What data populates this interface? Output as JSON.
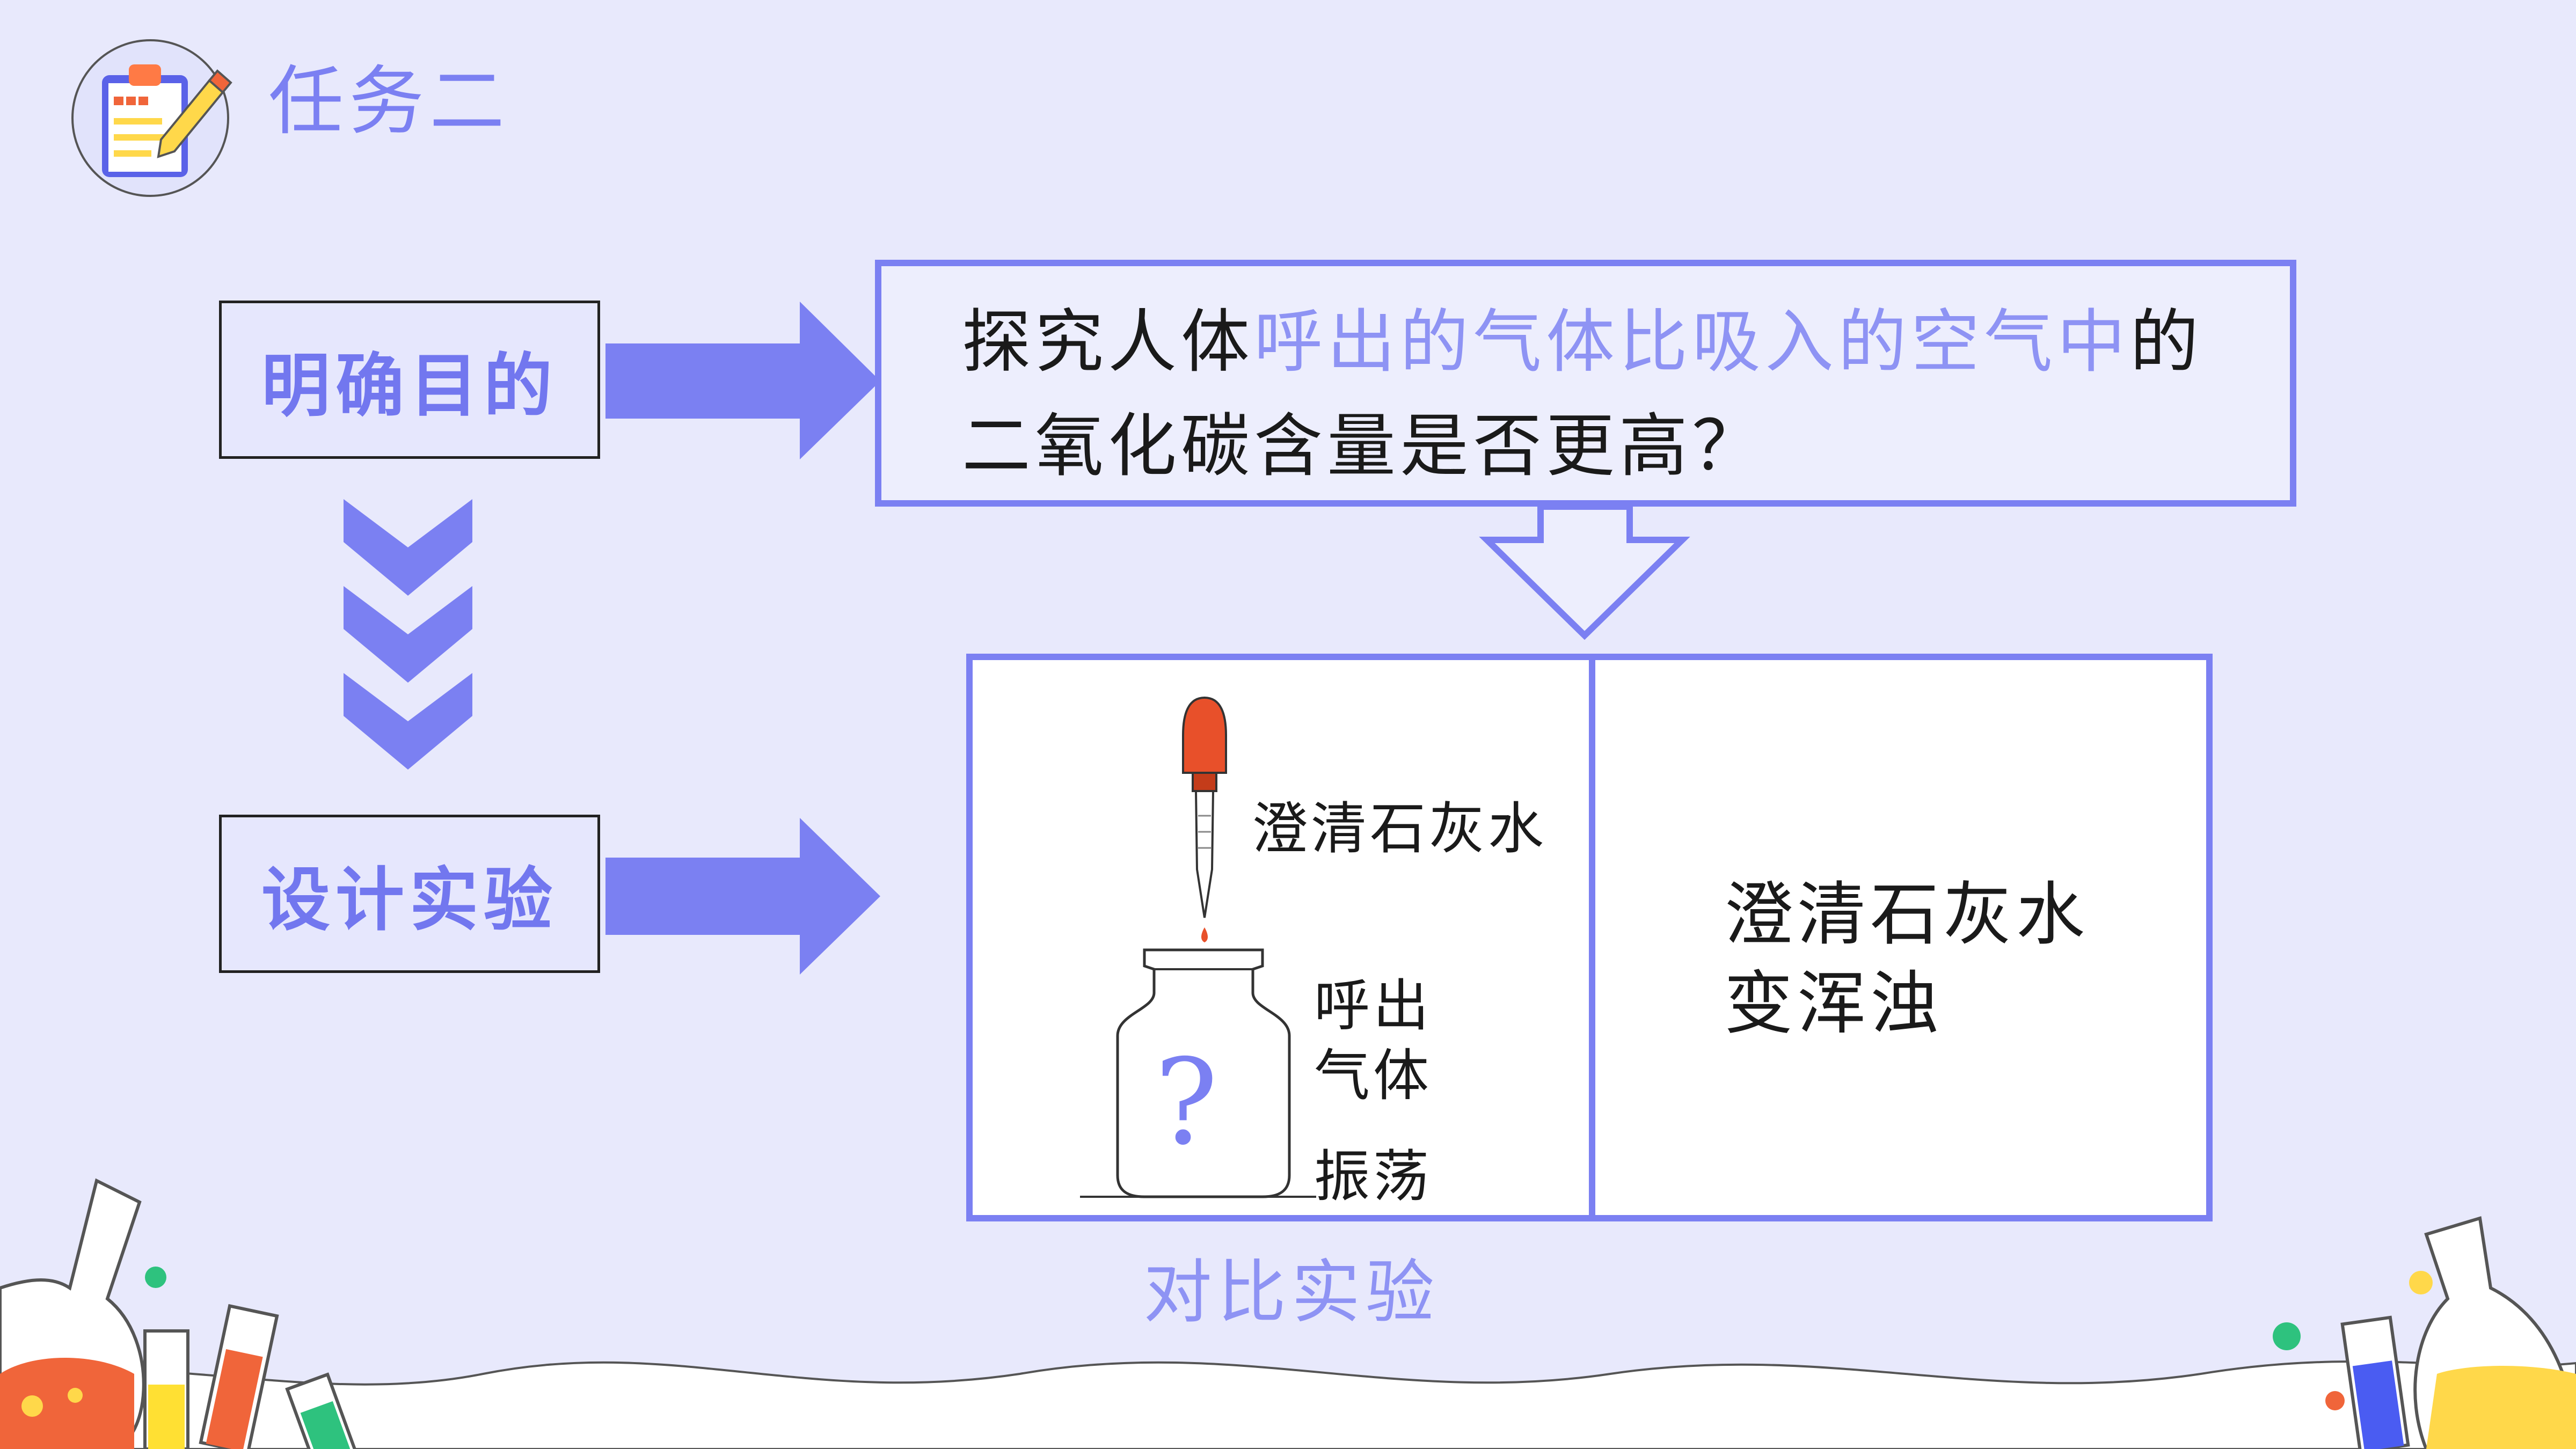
{
  "header": {
    "title": "任务二",
    "icon": "clipboard-pencil-icon"
  },
  "steps": {
    "goal_label": "明确目的",
    "design_label": "设计实验"
  },
  "question": {
    "line1_start": "探究人体",
    "line1_highlight": "呼出的气体比吸入的空气中",
    "line1_end": "的",
    "line2": "二氧化碳含量是否更高？"
  },
  "experiment": {
    "reagent_label": "澄清石灰水",
    "gas_label_line1": "呼出",
    "gas_label_line2": "气体",
    "action_label": "振荡",
    "bottle_mark": "?",
    "result_line1": "澄清石灰水",
    "result_line2": "变浑浊"
  },
  "caption": "对比实验",
  "colors": {
    "background": "#e8e9fc",
    "accent": "#7b80f2",
    "highlight_text": "#8e93f4"
  }
}
